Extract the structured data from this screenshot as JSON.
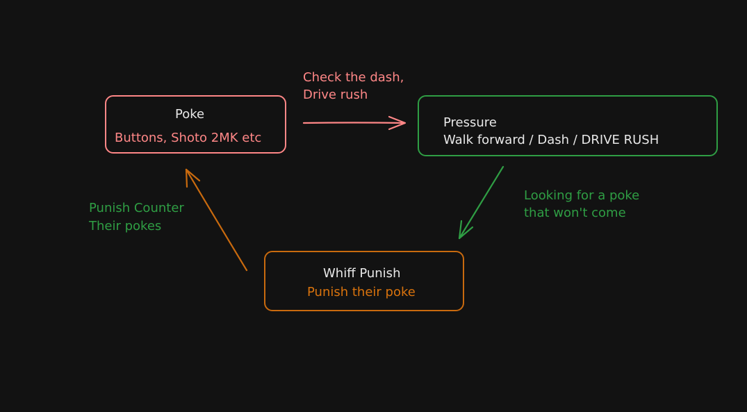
{
  "colors": {
    "background": "#121212",
    "poke": "#ff8787",
    "pressure": "#2f9e44",
    "whiff": "#d9730d",
    "text": "#e8e8e8"
  },
  "nodes": {
    "poke": {
      "title": "Poke",
      "subtitle": "Buttons, Shoto 2MK etc"
    },
    "pressure": {
      "title": "Pressure",
      "subtitle": "Walk forward / Dash / DRIVE RUSH"
    },
    "whiff": {
      "title": "Whiff Punish",
      "subtitle": "Punish their poke"
    }
  },
  "edges": {
    "poke_to_pressure": {
      "line1": "Check the dash,",
      "line2": "Drive rush"
    },
    "pressure_to_whiff": {
      "line1": "Looking for a poke",
      "line2": "that won't come"
    },
    "whiff_to_poke": {
      "line1": "Punish Counter",
      "line2": "Their pokes"
    }
  }
}
